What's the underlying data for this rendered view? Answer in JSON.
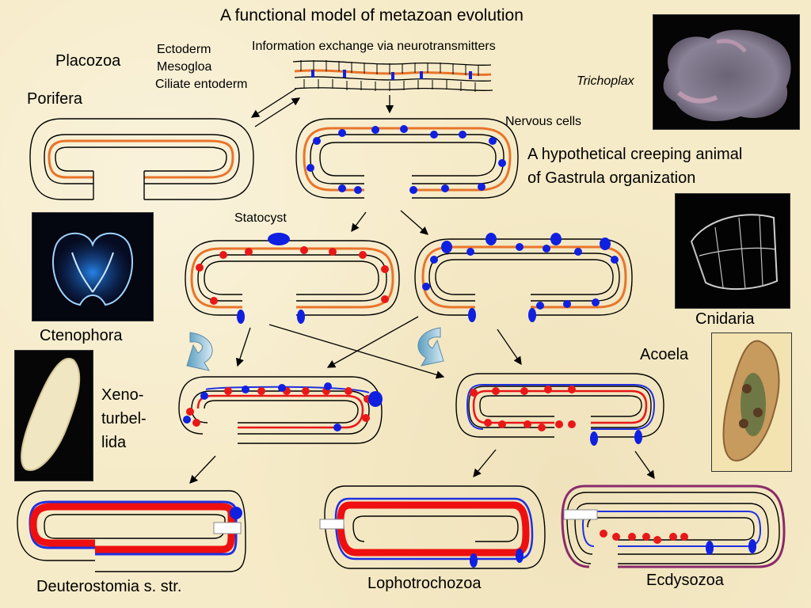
{
  "title": "A functional model of metazoan evolution",
  "layers": {
    "ectoderm": "Ectoderm",
    "mesogloa": "Mesogloa",
    "entoderm": "Ciliate entoderm"
  },
  "info_exchange": "Information exchange via neurotransmitters",
  "taxa": {
    "placozoa": "Placozoa",
    "porifera": "Porifera",
    "ctenophora": "Ctenophora",
    "cnidaria": "Cnidaria",
    "acoela": "Acoela",
    "xeno": [
      "Xeno-",
      "turbel-",
      "lida"
    ],
    "deuterostomia": "Deuterostomia s. str.",
    "lophotrochozoa": "Lophotrochozoa",
    "ecdysozoa": "Ecdysozoa"
  },
  "trichoplax": "Trichoplax",
  "nervous_cells": "Nervous cells",
  "hypothetical": [
    "A hypothetical creeping animal",
    "of Gastrula organization"
  ],
  "statocyst": "Statocyst",
  "colors": {
    "background": "#f6ebc8",
    "orange_nerve": "#e8742a",
    "blue_cell": "#1020e0",
    "red_cell": "#e81818",
    "red_band": "#ee1010",
    "blue_band": "#2030e0",
    "purple_cuticle": "#8a2a6a"
  }
}
